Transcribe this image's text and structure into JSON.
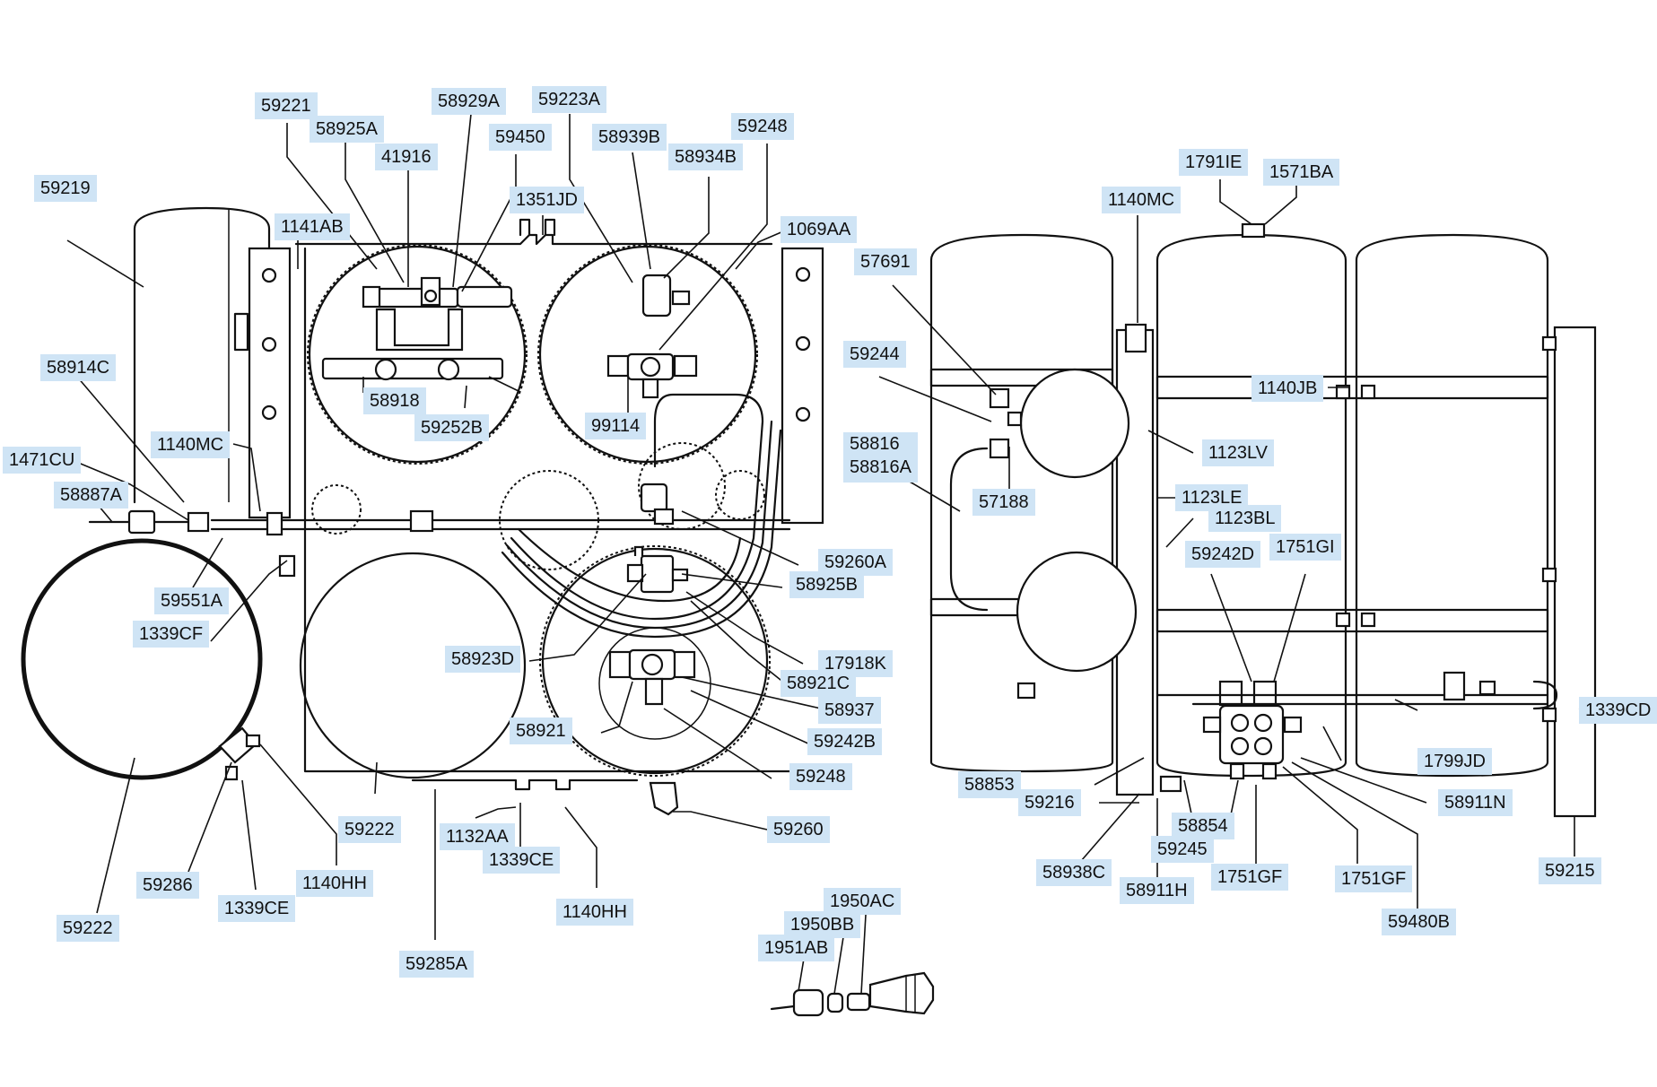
{
  "diagram": {
    "labels": {
      "l59219": "59219",
      "l59221": "59221",
      "l58925A": "58925A",
      "l41916": "41916",
      "l58929A": "58929A",
      "l59450": "59450",
      "l59223A": "59223A",
      "l1351JD": "1351JD",
      "l58939B": "58939B",
      "l58934B": "58934B",
      "l59248_top": "59248",
      "l1069AA": "1069AA",
      "l1141AB": "1141AB",
      "l58914C": "58914C",
      "l58918": "58918",
      "l59252B": "59252B",
      "l99114": "99114",
      "l1140MC_left": "1140MC",
      "l1471CU": "1471CU",
      "l58887A": "58887A",
      "l59551A": "59551A",
      "l1339CF": "1339CF",
      "l59260A": "59260A",
      "l58925B": "58925B",
      "l58923D": "58923D",
      "l17918K": "17918K",
      "l58921C": "58921C",
      "l58937": "58937",
      "l58921": "58921",
      "l59242B": "59242B",
      "l59248_bot": "59248",
      "l59222_mid": "59222",
      "l59260": "59260",
      "l1132AA": "1132AA",
      "l1339CE_mid": "1339CE",
      "l59286": "59286",
      "l1140HH_left": "1140HH",
      "l1339CE_left": "1339CE",
      "l1140HH_mid": "1140HH",
      "l59222_left": "59222",
      "l59285A": "59285A",
      "l1950AC": "1950AC",
      "l1950BB": "1950BB",
      "l1951AB": "1951AB",
      "l1791IE": "1791IE",
      "l1571BA": "1571BA",
      "l1140MC_right": "1140MC",
      "l57691": "57691",
      "l59244": "59244",
      "l58816": "58816",
      "l58816A": "58816A",
      "l57188": "57188",
      "l1140JB": "1140JB",
      "l1123LV": "1123LV",
      "l1123LE": "1123LE",
      "l1123BL": "1123BL",
      "l59242D": "59242D",
      "l1751GI": "1751GI",
      "l1339CD": "1339CD",
      "l1799JD": "1799JD",
      "l58853": "58853",
      "l59216": "59216",
      "l58911N": "58911N",
      "l58854": "58854",
      "l59245": "59245",
      "l58938C": "58938C",
      "l58911H": "58911H",
      "l1751GF_a": "1751GF",
      "l1751GF_b": "1751GF",
      "l59480B": "59480B",
      "l59215": "59215"
    }
  }
}
